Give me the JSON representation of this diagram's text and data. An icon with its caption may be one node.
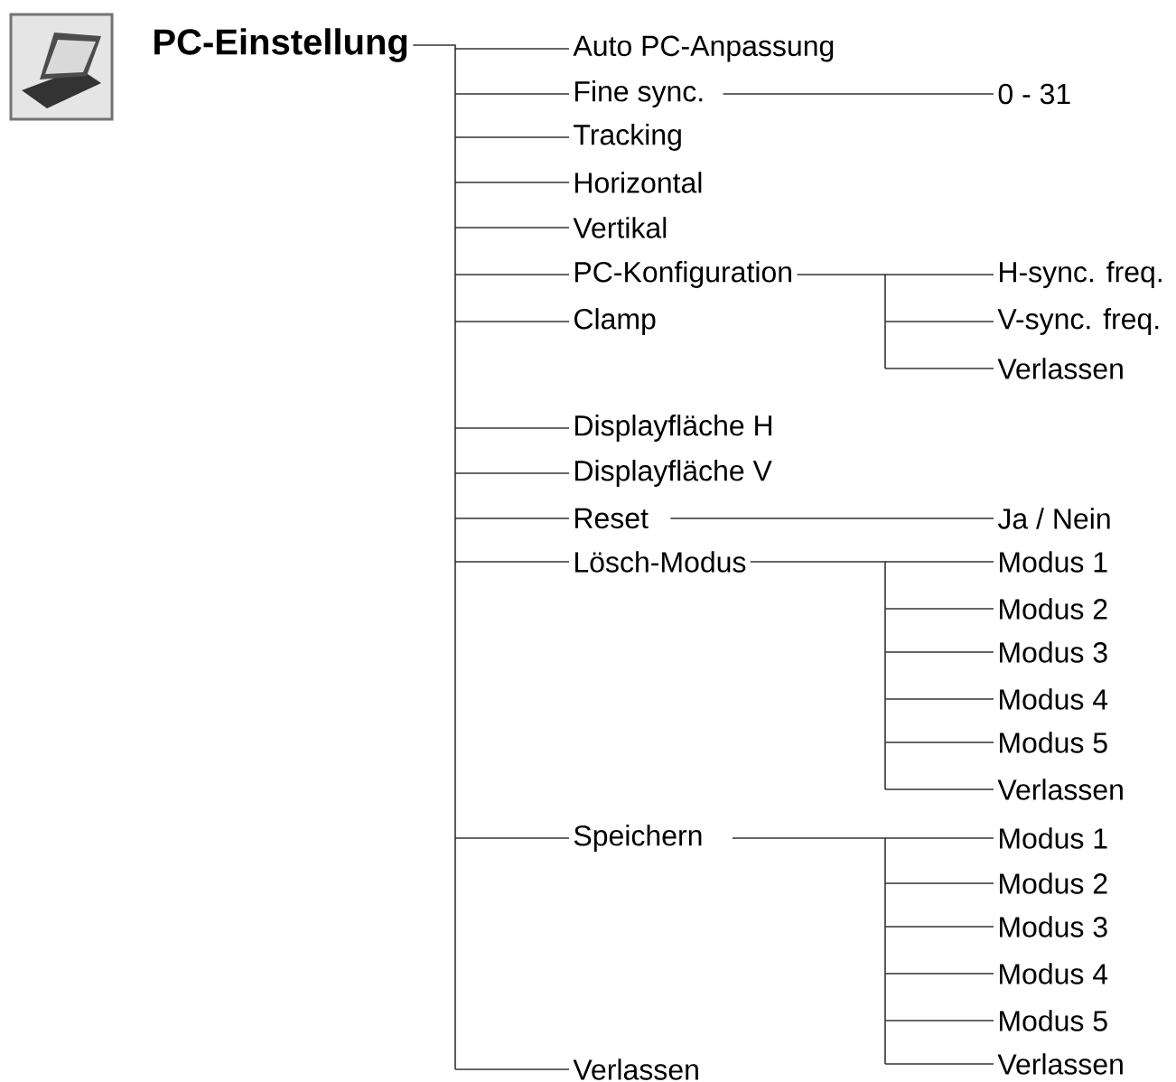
{
  "diagram": {
    "nodes": [
      {
        "text": [
          "PC-Einstellung"
        ]
      },
      {
        "text": [
          "Auto PC-Anpassung"
        ]
      },
      {
        "text": [
          "Fine sync."
        ]
      },
      {
        "text": [
          "0 - 31"
        ]
      },
      {
        "text": [
          "Tracking"
        ]
      },
      {
        "text": [
          "Horizontal"
        ]
      },
      {
        "text": [
          "Vertikal"
        ]
      },
      {
        "text": [
          "PC-Konfiguration"
        ]
      },
      {
        "text": [
          "H-sync. freq."
        ]
      },
      {
        "text": [
          "Clamp"
        ]
      },
      {
        "text": [
          "V-sync. freq."
        ]
      },
      {
        "text": [
          "Verlassen"
        ]
      },
      {
        "text": [
          "Displayfläche H"
        ]
      },
      {
        "text": [
          "Displayfläche V"
        ]
      },
      {
        "text": [
          "Reset"
        ]
      },
      {
        "text": [
          "Ja / Nein"
        ]
      },
      {
        "text": [
          "Lösch-Modus"
        ]
      },
      {
        "text": [
          "Modus 1"
        ]
      },
      {
        "text": [
          "Modus 2"
        ]
      },
      {
        "text": [
          "Modus 3"
        ]
      },
      {
        "text": [
          "Modus 4"
        ]
      },
      {
        "text": [
          "Modus 5"
        ]
      },
      {
        "text": [
          "Verlassen"
        ]
      },
      {
        "text": [
          "Speichern"
        ]
      },
      {
        "text": [
          "Modus 1"
        ]
      },
      {
        "text": [
          "Modus 2"
        ]
      },
      {
        "text": [
          "Modus 3"
        ]
      },
      {
        "text": [
          "Modus 4"
        ]
      },
      {
        "text": [
          "Modus 5"
        ]
      },
      {
        "text": [
          "Verlassen"
        ]
      },
      {
        "text": [
          "Verlassen"
        ]
      }
    ],
    "edges": [
      {
        "from": 0,
        "to": 1,
        "arrow": "none"
      },
      {
        "from": 0,
        "to": 2,
        "arrow": "none"
      },
      {
        "from": 0,
        "to": 4,
        "arrow": "none"
      },
      {
        "from": 0,
        "to": 5,
        "arrow": "none"
      },
      {
        "from": 0,
        "to": 6,
        "arrow": "none"
      },
      {
        "from": 0,
        "to": 7,
        "arrow": "none"
      },
      {
        "from": 0,
        "to": 9,
        "arrow": "none"
      },
      {
        "from": 0,
        "to": 12,
        "arrow": "none"
      },
      {
        "from": 0,
        "to": 13,
        "arrow": "none"
      },
      {
        "from": 0,
        "to": 14,
        "arrow": "none"
      },
      {
        "from": 0,
        "to": 16,
        "arrow": "none"
      },
      {
        "from": 0,
        "to": 23,
        "arrow": "none"
      },
      {
        "from": 0,
        "to": 30,
        "arrow": "none"
      },
      {
        "from": 2,
        "to": 3,
        "arrow": "none"
      },
      {
        "from": 7,
        "to": 8,
        "arrow": "none"
      },
      {
        "from": 7,
        "to": 10,
        "arrow": "none"
      },
      {
        "from": 7,
        "to": 11,
        "arrow": "none"
      },
      {
        "from": 14,
        "to": 15,
        "arrow": "none"
      },
      {
        "from": 16,
        "to": 17,
        "arrow": "none"
      },
      {
        "from": 16,
        "to": 18,
        "arrow": "none"
      },
      {
        "from": 16,
        "to": 19,
        "arrow": "none"
      },
      {
        "from": 16,
        "to": 20,
        "arrow": "none"
      },
      {
        "from": 16,
        "to": 21,
        "arrow": "none"
      },
      {
        "from": 16,
        "to": 22,
        "arrow": "none"
      },
      {
        "from": 23,
        "to": 24,
        "arrow": "none"
      },
      {
        "from": 23,
        "to": 25,
        "arrow": "none"
      },
      {
        "from": 23,
        "to": 26,
        "arrow": "none"
      },
      {
        "from": 23,
        "to": 27,
        "arrow": "none"
      },
      {
        "from": 23,
        "to": 28,
        "arrow": "none"
      },
      {
        "from": 23,
        "to": 29,
        "arrow": "none"
      }
    ]
  }
}
